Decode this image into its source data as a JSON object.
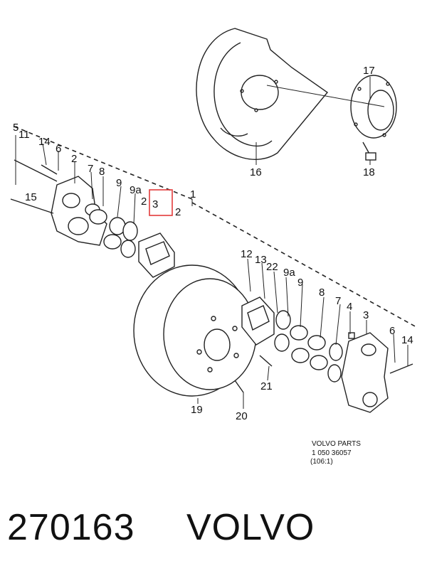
{
  "labels": {
    "c1": "1",
    "c2a": "2",
    "c2b": "2",
    "c2c": "2",
    "c2d": "2",
    "c3a": "3",
    "c3b": "3",
    "c4": "4",
    "c5": "5",
    "c6a": "6",
    "c6b": "6",
    "c7a": "7",
    "c7b": "7",
    "c8a": "8",
    "c8b": "8",
    "c9a": "9",
    "c9b": "9",
    "c9aa": "9a",
    "c9ab": "9a",
    "c11": "11",
    "c12": "12",
    "c13": "13",
    "c14a": "14",
    "c14b": "14",
    "c15": "15",
    "c16": "16",
    "c17": "17",
    "c18": "18",
    "c19": "19",
    "c20": "20",
    "c21": "21",
    "c22": "22"
  },
  "footer_block": {
    "brand_line": "VOLVO   PARTS",
    "code_line": "1 050     36057",
    "sub_line": "(106:1)"
  },
  "highlight_color": "#e23b3b",
  "caption": {
    "part_number": "270163",
    "brand": "VOLVO"
  }
}
